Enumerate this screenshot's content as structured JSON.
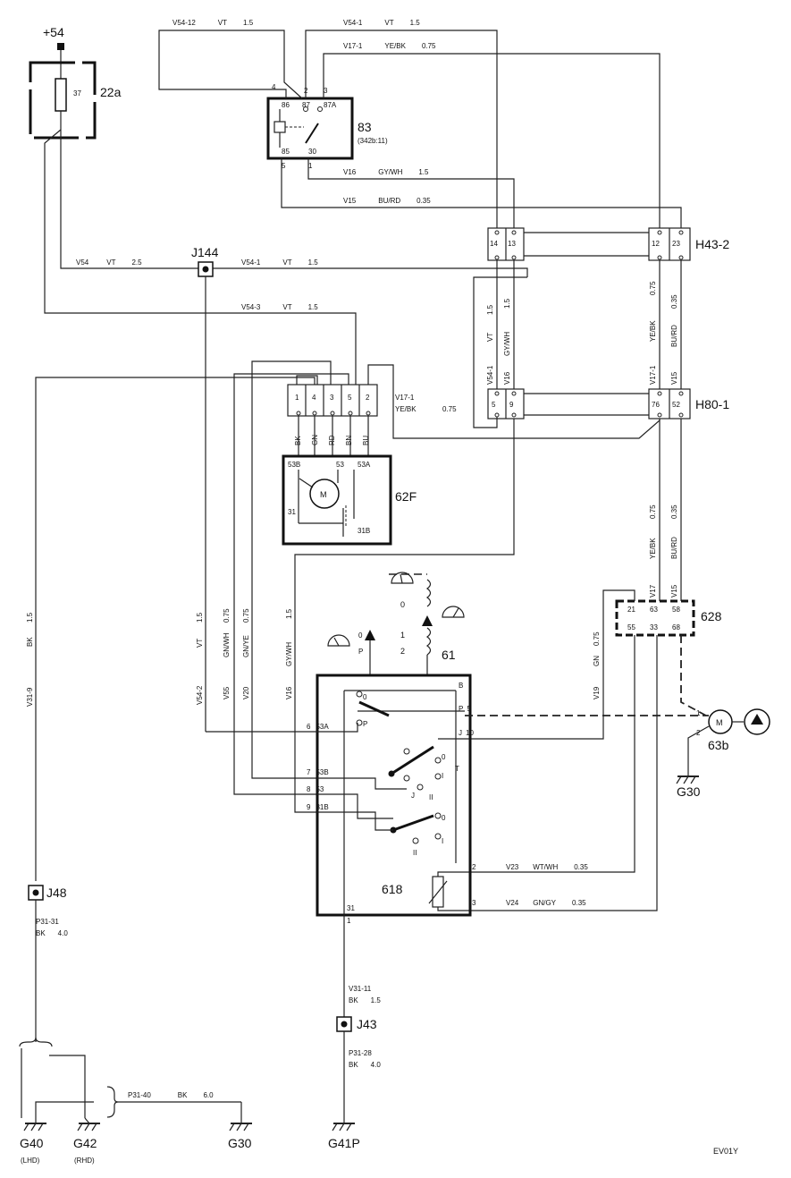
{
  "power": {
    "terminal": "+54"
  },
  "fuse": {
    "id": "22a",
    "rating": "37"
  },
  "relay": {
    "id": "83",
    "ref": "(342b:11)",
    "t86": "86",
    "t87": "87",
    "t87a": "87A",
    "t85": "85",
    "t30": "30",
    "p4": "4",
    "p2": "2",
    "p3": "3",
    "p5": "5",
    "p1": "1"
  },
  "wires_top": [
    {
      "circuit": "V54-12",
      "color": "VT",
      "size": "1.5"
    },
    {
      "circuit": "V54-1",
      "color": "VT",
      "size": "1.5"
    },
    {
      "circuit": "V17-1",
      "color": "YE/BK",
      "size": "0.75"
    },
    {
      "circuit": "V16",
      "color": "GY/WH",
      "size": "1.5"
    },
    {
      "circuit": "V15",
      "color": "BU/RD",
      "size": "0.35"
    },
    {
      "circuit": "V54",
      "color": "VT",
      "size": "2.5"
    },
    {
      "circuit": "V54-1",
      "color": "VT",
      "size": "1.5"
    },
    {
      "circuit": "V54-3",
      "color": "VT",
      "size": "1.5"
    }
  ],
  "splice_j144": "J144",
  "connector_h43": {
    "id": "H43-2",
    "pins": [
      "14",
      "13",
      "12",
      "23"
    ]
  },
  "connector_h80": {
    "id": "H80-1",
    "pins": [
      "5",
      "9",
      "76",
      "52"
    ]
  },
  "h_vertical_wires": [
    {
      "circuit": "V54-1",
      "color": "VT",
      "size": "1.5"
    },
    {
      "circuit": "V16",
      "color": "GY/WH",
      "size": "1.5"
    },
    {
      "circuit": "V17-1",
      "color": "YE/BK",
      "size": "0.75"
    },
    {
      "circuit": "V15",
      "color": "BU/RD",
      "size": "0.35"
    }
  ],
  "motor_connector": {
    "pins": [
      "1",
      "4",
      "3",
      "5",
      "2"
    ],
    "colors": [
      "BK",
      "GN",
      "RD",
      "BN",
      "BU"
    ],
    "v17_label": "V17-1",
    "v17_color": "YE/BK",
    "v17_size": "0.75"
  },
  "wiper_motor": {
    "id": "62F",
    "t53b": "53B",
    "t53": "53",
    "t53a": "53A",
    "t31": "31",
    "t31b": "31B",
    "m": "M"
  },
  "switch_module": {
    "id": "628",
    "pins_top": [
      "21",
      "63",
      "58"
    ],
    "pins_bottom": [
      "55",
      "33",
      "68"
    ],
    "wires": [
      {
        "circuit": "V17",
        "color": "YE/BK",
        "size": "0.75"
      },
      {
        "circuit": "V15",
        "color": "BU/RD",
        "size": "0.35"
      }
    ]
  },
  "washer_pump": {
    "id": "63b",
    "p1": "1",
    "p2": "2",
    "m": "M"
  },
  "ground_g30_right": "G30",
  "indicator": {
    "id": "61",
    "p0": "0",
    "p1": "1",
    "p2": "2",
    "pp": "P",
    "pp0": "0"
  },
  "main_switch": {
    "id": "618",
    "pins": [
      {
        "num": "6",
        "term": "53A"
      },
      {
        "num": "7",
        "term": "53B"
      },
      {
        "num": "8",
        "term": "53"
      },
      {
        "num": "9",
        "term": "31B"
      }
    ],
    "right_pins": [
      {
        "num": "B",
        "term": ""
      },
      {
        "num": "P",
        "term": "5"
      },
      {
        "num": "J",
        "term": "10"
      },
      {
        "num": "2",
        "term": ""
      },
      {
        "num": "3",
        "term": ""
      }
    ],
    "t31": "31",
    "t1": "1",
    "contacts": [
      "0",
      "P",
      "0",
      "I",
      "T",
      "J",
      "II",
      "0",
      "I",
      "II"
    ]
  },
  "left_vertical_wires": [
    {
      "circuit": "V31-9",
      "color": "BK",
      "size": "1.5"
    },
    {
      "circuit": "V54-2",
      "color": "VT",
      "size": "1.5"
    },
    {
      "circuit": "V55",
      "color": "GN/WH",
      "size": "0.75"
    },
    {
      "circuit": "V20",
      "color": "GN/YE",
      "size": "0.75"
    },
    {
      "circuit": "V16",
      "color": "GY/WH",
      "size": "1.5"
    },
    {
      "circuit": "V19",
      "color": "GN",
      "size": "0.75"
    }
  ],
  "bottom_wires": [
    {
      "circuit": "V23",
      "color": "WT/WH",
      "size": "0.35"
    },
    {
      "circuit": "V24",
      "color": "GN/GY",
      "size": "0.35"
    }
  ],
  "splice_j48": {
    "id": "J48",
    "circuit": "P31-31",
    "color": "BK",
    "size": "4.0"
  },
  "splice_j43": {
    "id": "J43",
    "circuit": "P31-28",
    "color": "BK",
    "size": "4.0",
    "in_circuit": "V31-11",
    "in_color": "BK",
    "in_size": "1.5"
  },
  "ground_wire": {
    "circuit": "P31-40",
    "color": "BK",
    "size": "6.0"
  },
  "grounds": [
    {
      "id": "G40",
      "note": "(LHD)"
    },
    {
      "id": "G42",
      "note": "(RHD)"
    },
    {
      "id": "G30",
      "note": ""
    },
    {
      "id": "G41P",
      "note": ""
    }
  ],
  "page_code": "EV01Y"
}
